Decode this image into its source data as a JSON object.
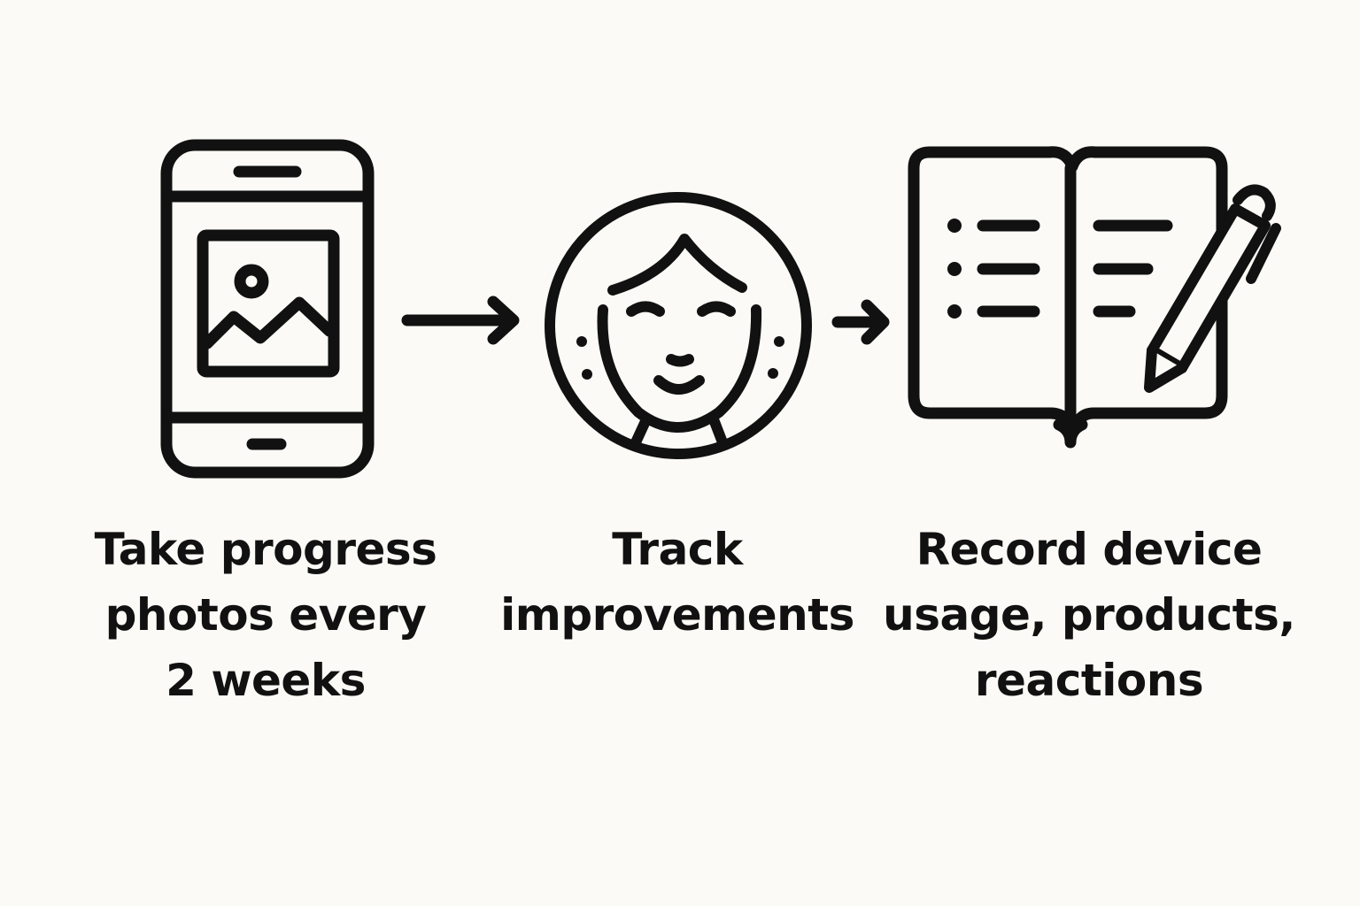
{
  "steps": [
    {
      "icon": "smartphone-photo-icon",
      "label": "Take progress\nphotos every\n2 weeks"
    },
    {
      "icon": "face-portrait-icon",
      "label": "Track\nimprovements"
    },
    {
      "icon": "notebook-pencil-icon",
      "label": "Record device\nusage, products,\nreactions"
    }
  ],
  "colors": {
    "background": "#fbfaf6",
    "ink": "#111111"
  }
}
